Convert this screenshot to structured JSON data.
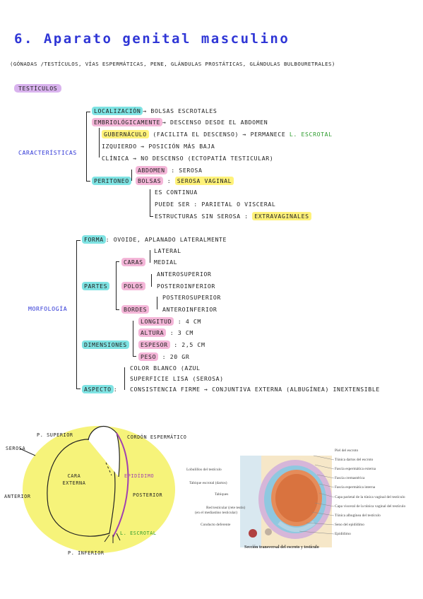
{
  "title": "6. Aparato genital masculino",
  "subtitle": "(Gónadas /testículos, vías espermáticas, pene, glándulas prostáticas, glándulas bulbouretrales)",
  "section_label": "Testículos",
  "caracteristicas": {
    "label": "Características",
    "localizacion": "Localización",
    "localizacion_val": "→ Bolsas escrotales",
    "embriologicamente": "Embriológicamente",
    "embriologicamente_val": "→ Descenso desde el abdomen",
    "gubernaculo": "Gubernáculo",
    "gubernaculo_val": "(facilita el descenso) → permanece",
    "gubernaculo_green": "L. escrotal",
    "izquierdo": "Izquierdo → posición más baja",
    "clinica": "Clínica → no descenso (ectopatía testicular)",
    "peritoneo": "Peritoneo",
    "abdomen": "Abdomen",
    "abdomen_val": ": serosa",
    "bolsas": "Bolsas",
    "bolsas_sep": ":",
    "serosa_vaginal": "Serosa vaginal",
    "es_continua": "Es continua",
    "puede_ser": "Puede ser : parietal o visceral",
    "estructuras": "Estructuras sin serosa :",
    "extravaginales": "Extravaginales"
  },
  "morfologia": {
    "label": "Morfología",
    "forma": "Forma",
    "forma_val": ": ovoide, aplanado lateralmente",
    "partes": "Partes",
    "caras": "Caras",
    "lateral": "Lateral",
    "medial": "Medial",
    "polos": "Polos",
    "anterosuperior": "Anterosuperior",
    "posteroinferior": "Posteroinferior",
    "bordes": "Bordes",
    "posterosuperior": "Posterosuperior",
    "anteroinferior": "Anteroinferior",
    "dimensiones": "Dimensiones",
    "longitud": "Longitud",
    "longitud_val": ": 4 cm",
    "altura": "Altura",
    "altura_val": ": 3 cm",
    "espesor": "Espesor",
    "espesor_val": ": 2,5 cm",
    "peso": "Peso",
    "peso_val": ": 20 gr",
    "aspecto": "Aspecto",
    "aspecto_sep": ":",
    "color": "Color blanco (azul",
    "superficie": "Superficie lisa (serosa)",
    "consistencia": "Consistencia firme → conjuntiva externa (albugínea) inextensible"
  },
  "drawing": {
    "serosa": "Serosa",
    "p_superior": "P. superior",
    "cordon": "Cordón espermático",
    "cara_externa": "Cara externa",
    "epididimo": "Epidídimo",
    "anterior": "Anterior",
    "posterior": "Posterior",
    "l_escrotal": "L. escrotal",
    "p_inferior": "P. inferior"
  },
  "figure": {
    "caption": "Sección transversal del escroto y testículo",
    "left_labels": [
      "Lobulillos del testículo",
      "Tabique escrotal (dartos)",
      "Tabiques",
      "Red testicular (rete testis)",
      "(en el mediastino testicular)",
      "Conducto deferente"
    ],
    "right_labels": [
      "Piel del escroto",
      "Túnica dartos del escroto",
      "Fascia espermática externa",
      "Fascia cremastérica",
      "Fascia espermática interna",
      "Capa parietal de la túnica vaginal del testículo",
      "Capa visceral de la túnica vaginal del testículo",
      "Túnica albugínea del testículo",
      "Seno del epidídimo",
      "Epidídimo"
    ]
  },
  "colors": {
    "title_blue": "#2f36d6",
    "highlight_pink": "#f4b6d8",
    "highlight_purple": "#d9b3ee",
    "highlight_cyan": "#7fe3e3",
    "highlight_yellow": "#fff27a",
    "note_green": "#2f9d2f",
    "drawing_yellow": "#f6f37a",
    "epididimo_purple": "#a040b0"
  }
}
